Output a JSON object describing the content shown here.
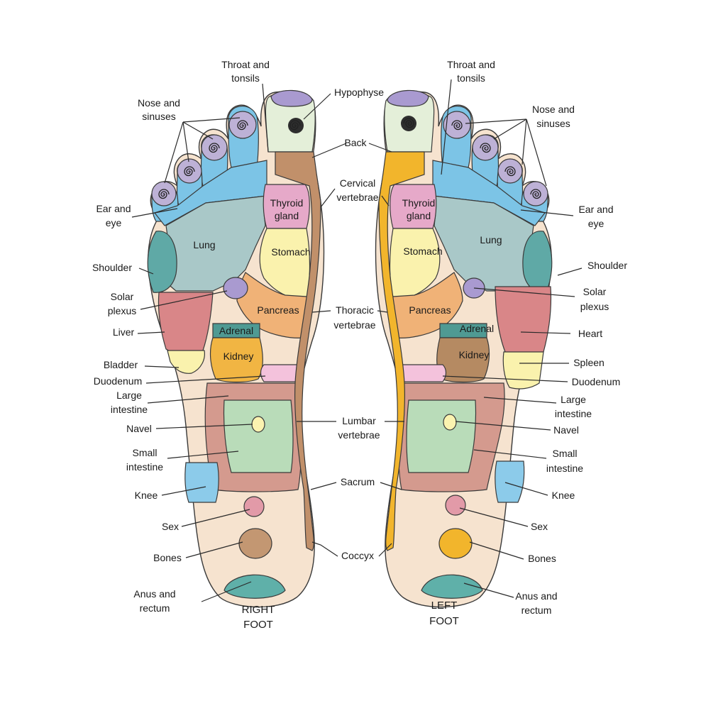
{
  "colors": {
    "skin": "#f6e3cf",
    "toe": "#bdb1d6",
    "hypophyse": "#a99ad0",
    "head": "#e4efd9",
    "band_blue": "#7cc4e6",
    "lung": "#a9c8c8",
    "shoulder": "#5fa9a6",
    "thyroid": "#e6a9c9",
    "stomach": "#faf2ad",
    "pancreas": "#f0b277",
    "liver": "#d98688",
    "heart": "#d98688",
    "adrenal": "#4f9a93",
    "kidney_right": "#f1b543",
    "kidney_left": "#b58a62",
    "duodenum": "#f4c2dc",
    "large_intestine": "#d49a8e",
    "small_intestine": "#b9dcb9",
    "knee": "#8ccbea",
    "sex": "#e29aa8",
    "bones_right": "#c39772",
    "bones_left": "#f2b52c",
    "anus": "#5fb0a9",
    "spine_right": "#c1906a",
    "spine_left": "#f2b52c",
    "bladder": "#faf2ad",
    "spleen": "#faf2ad",
    "navel": "#fbf3b0",
    "solar": "#a99ad0"
  },
  "right_foot": {
    "caption": [
      "RIGHT",
      "FOOT"
    ],
    "inside": {
      "thyroid": [
        "Thyroid",
        "gland"
      ],
      "lung": "Lung",
      "stomach": "Stomach",
      "pancreas": "Pancreas",
      "adrenal": "Adrenal",
      "kidney": "Kidney"
    },
    "labels": {
      "throat": [
        "Throat and",
        "tonsils"
      ],
      "nose": [
        "Nose and",
        "sinuses"
      ],
      "ear": [
        "Ear and",
        "eye"
      ],
      "shoulder": "Shoulder",
      "solar": [
        "Solar",
        "plexus"
      ],
      "liver": "Liver",
      "bladder": "Bladder",
      "duodenum": "Duodenum",
      "large_intestine": [
        "Large",
        "intestine"
      ],
      "navel": "Navel",
      "small_intestine": [
        "Small",
        "intestine"
      ],
      "knee": "Knee",
      "sex": "Sex",
      "bones": "Bones",
      "anus": [
        "Anus and",
        "rectum"
      ]
    }
  },
  "left_foot": {
    "caption": [
      "LEFT",
      "FOOT"
    ],
    "inside": {
      "thyroid": [
        "Thyroid",
        "gland"
      ],
      "lung": "Lung",
      "stomach": "Stomach",
      "pancreas": "Pancreas",
      "adrenal": "Adrenal",
      "kidney": "Kidney"
    },
    "labels": {
      "throat": [
        "Throat and",
        "tonsils"
      ],
      "nose": [
        "Nose and",
        "sinuses"
      ],
      "ear": [
        "Ear and",
        "eye"
      ],
      "shoulder": "Shoulder",
      "solar": [
        "Solar",
        "plexus"
      ],
      "heart": "Heart",
      "spleen": "Spleen",
      "duodenum": "Duodenum",
      "large_intestine": [
        "Large",
        "intestine"
      ],
      "navel": "Navel",
      "small_intestine": [
        "Small",
        "intestine"
      ],
      "knee": "Knee",
      "sex": "Sex",
      "bones": "Bones",
      "anus": [
        "Anus and",
        "rectum"
      ]
    }
  },
  "center": {
    "hypophyse": "Hypophyse",
    "back": "Back",
    "cervical": [
      "Cervical",
      "vertebrae"
    ],
    "thoracic": [
      "Thoracic",
      "vertebrae"
    ],
    "lumbar": [
      "Lumbar",
      "vertebrae"
    ],
    "sacrum": "Sacrum",
    "coccyx": "Coccyx"
  }
}
